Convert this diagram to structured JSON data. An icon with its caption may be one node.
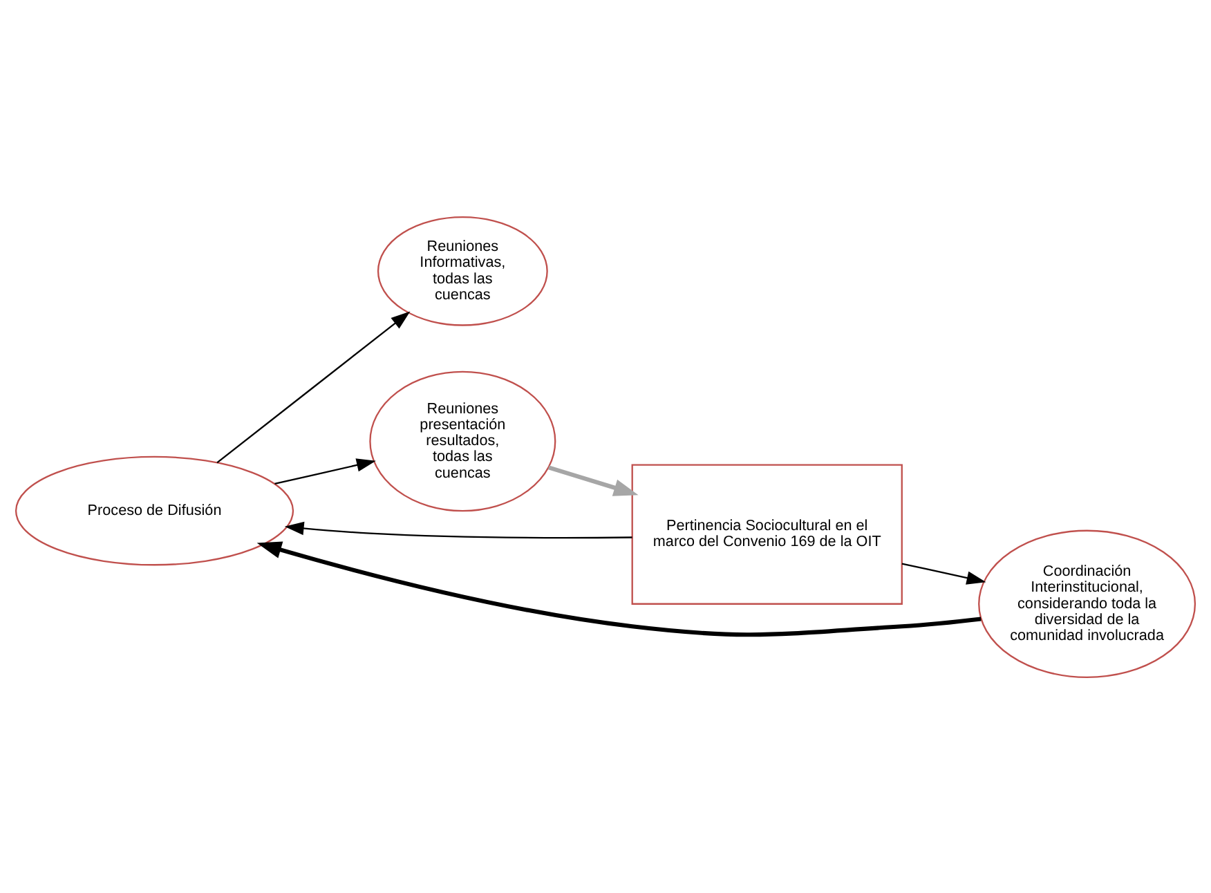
{
  "diagram": {
    "nodes": [
      {
        "text": [
          "Proceso de Difusión"
        ]
      },
      {
        "text": [
          "Reuniones Informativas, todas las cuencas"
        ]
      },
      {
        "text": [
          "Reuniones presentación resultados, todas las cuencas"
        ]
      },
      {
        "text": [
          "Coordinación Interinstitucional, considerando toda la diversidad de la comunidad involucrada"
        ]
      },
      {
        "text": [
          "Pertinencia Sociocultural en el marco del Convenio 169 de la OIT"
        ]
      }
    ],
    "edges": [
      {
        "from": 3,
        "to": 0,
        "arrow": "to",
        "style": "thick"
      },
      {
        "from": 0,
        "to": 1,
        "arrow": "to"
      },
      {
        "from": 0,
        "to": 2,
        "arrow": "to"
      },
      {
        "from": 4,
        "to": 0,
        "arrow": "to"
      },
      {
        "from": 2,
        "to": 4,
        "arrow": "to",
        "style": "thick",
        "color": "#a6a6a6"
      },
      {
        "from": 4,
        "to": 3,
        "arrow": "to"
      }
    ]
  }
}
